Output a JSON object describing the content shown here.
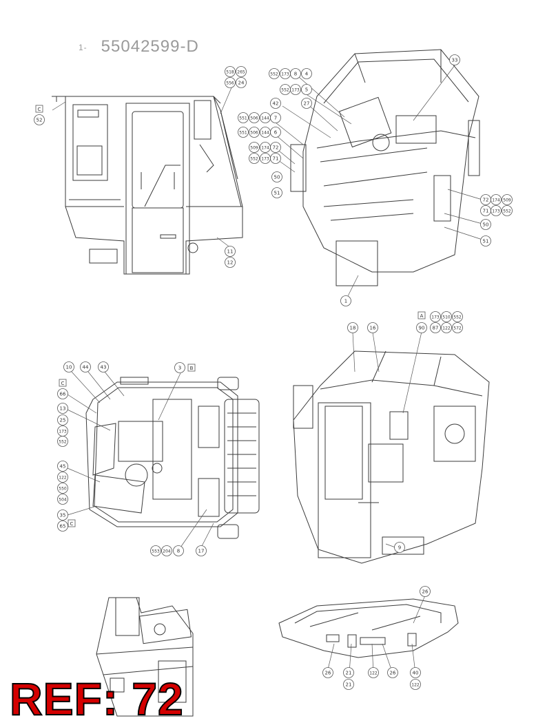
{
  "document_number_prefix": "1-",
  "document_number": "55042599-D",
  "ref_label": "REF: 72",
  "colors": {
    "line": "#3a3a3a",
    "ref_text": "#d40000",
    "ref_outline": "#000000"
  },
  "views": {
    "side": {
      "callouts": [
        "52",
        "518",
        "265",
        "556",
        "24",
        "11",
        "12"
      ],
      "box_labels": [
        "C"
      ]
    },
    "iso_front": {
      "callouts": [
        "552",
        "173",
        "8",
        "4",
        "552",
        "173",
        "5",
        "27",
        "42",
        "551",
        "506",
        "144",
        "7",
        "551",
        "506",
        "144",
        "6",
        "509",
        "174",
        "72",
        "552",
        "173",
        "71",
        "50",
        "51",
        "33",
        "72",
        "174",
        "509",
        "71",
        "173",
        "552",
        "50",
        "51",
        "1"
      ]
    },
    "top": {
      "callouts": [
        "10",
        "44",
        "43",
        "3",
        "66",
        "13",
        "25",
        "173",
        "552",
        "45",
        "122",
        "550",
        "504",
        "35",
        "65",
        "553",
        "204",
        "8",
        "17"
      ],
      "box_labels": [
        "B",
        "C",
        "C"
      ]
    },
    "iso_rear": {
      "callouts": [
        "18",
        "16",
        "90",
        "173",
        "510",
        "552",
        "87",
        "122",
        "572",
        "9"
      ],
      "box_labels": [
        "A"
      ]
    },
    "roof": {
      "callouts": [
        "26",
        "26",
        "21",
        "122",
        "26",
        "40",
        "21",
        "122"
      ]
    }
  }
}
